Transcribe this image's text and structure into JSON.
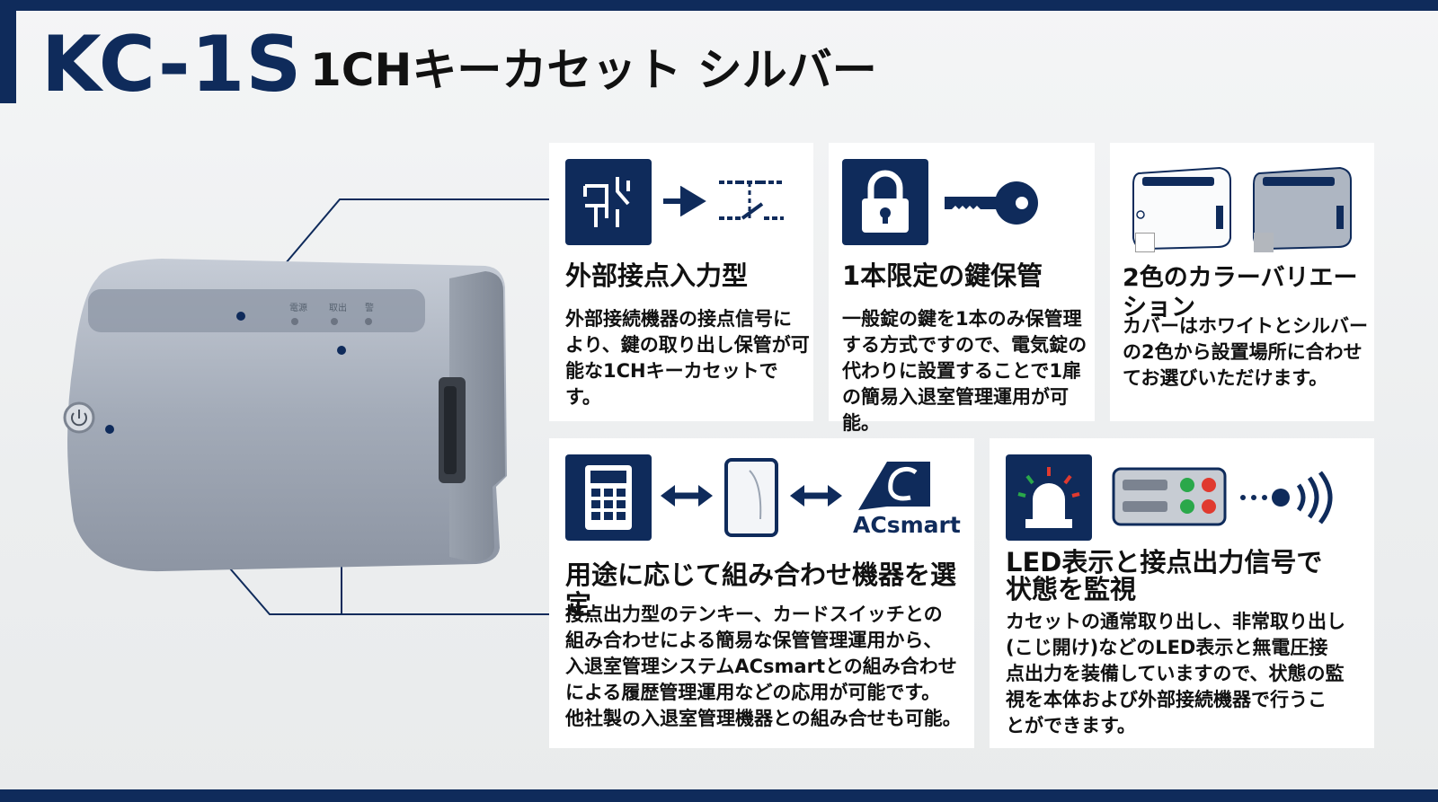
{
  "header": {
    "model": "KC-1S",
    "title": "1CHキーカセット シルバー"
  },
  "device": {
    "led_labels": [
      "電源",
      "取出",
      "警"
    ]
  },
  "cards": {
    "external": {
      "title": "外部接点入力型",
      "body": [
        "外部接続機器の接点信号に",
        "より、鍵の取り出し保管が可",
        "能な1CHキーカセットです。"
      ]
    },
    "key": {
      "title": "1本限定の鍵保管",
      "body": [
        "一般錠の鍵を1本のみ保管理",
        "する方式ですので、電気錠の",
        "代わりに設置することで1扉",
        "の簡易入退室管理運用が可能。"
      ]
    },
    "color": {
      "title": "2色のカラーバリエーション",
      "body": [
        "カバーはホワイトとシルバー",
        "の2色から設置場所に合わせ",
        "てお選びいただけます。"
      ]
    },
    "combo": {
      "title": "用途に応じて組み合わせ機器を選定",
      "brand": "ACsmart",
      "body": [
        "接点出力型のテンキー、カードスイッチとの",
        "組み合わせによる簡易な保管管理運用から、",
        "入退室管理システムACsmartとの組み合わせ",
        "による履歴管理運用などの応用が可能です。",
        "他社製の入退室管理機器との組み合せも可能。"
      ]
    },
    "led": {
      "title": [
        "LED表示と接点出力信号で",
        "状態を監視"
      ],
      "body": [
        "カセットの通常取り出し、非常取り出し",
        "(こじ開け)などのLED表示と無電圧接",
        "点出力を装備していますので、状態の監",
        "視を本体および外部接続機器で行うこ",
        "とができます。"
      ]
    }
  },
  "colors": {
    "navy": "#0f2b5b",
    "silver": "#a9b2bf",
    "led_red": "#e03a2f",
    "led_green": "#2aa84a"
  },
  "icons": [
    "switch-icon",
    "arrow-right-icon",
    "contact-switch-icon",
    "padlock-icon",
    "key-icon",
    "white-cassette-icon",
    "silver-cassette-icon",
    "keypad-icon",
    "double-arrow-icon",
    "card-switch-icon",
    "acsmart-logo-icon",
    "alarm-light-icon",
    "led-panel-icon",
    "signal-icon"
  ]
}
